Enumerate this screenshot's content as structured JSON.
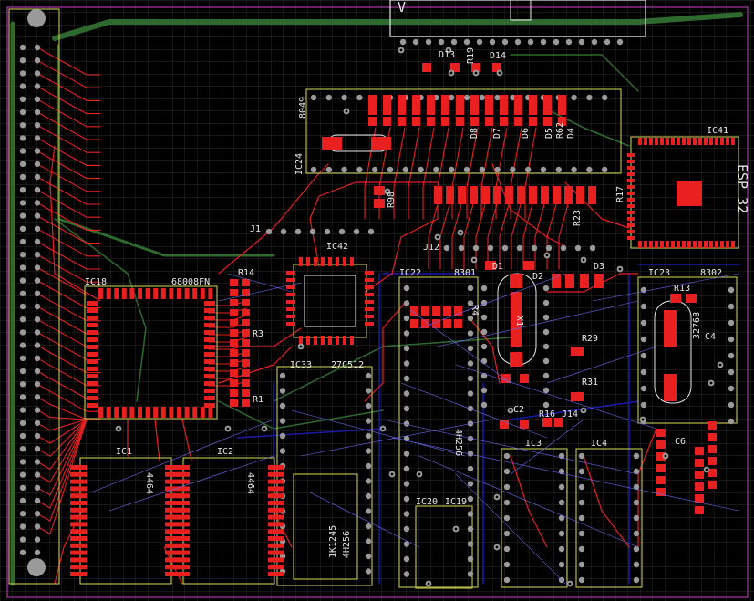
{
  "colors": {
    "background": "#000000",
    "grid": "#3a3a3a",
    "top_copper": "#e82020",
    "bottom_copper": "#1a1aa8",
    "inner_layer": "#2e6a2e",
    "silkscreen": "#e8e8e8",
    "outline": "#b8b84a",
    "board_edge": "#8a2a8a",
    "via": "#9a9a9a",
    "ratsnest": "#6a6af0"
  },
  "labels": {
    "ic41": "IC41",
    "esp32": "ESP 32",
    "ic24": "IC24",
    "n8049": "8049",
    "ic42": "IC42",
    "ic18": "IC18",
    "mc68008": "68008FN",
    "r14": "R14",
    "r3": "R3",
    "r1": "R1",
    "ic22": "IC22",
    "n8301": "8301",
    "ic23": "IC23",
    "n8302": "8302",
    "r13": "R13",
    "c4": "C4",
    "ic33": "IC33",
    "eprom": "27C512",
    "ic1": "IC1",
    "ic2": "IC2",
    "ic3": "IC3",
    "ic4": "IC4",
    "ic20": "IC20",
    "ic19": "IC19",
    "j1": "J1",
    "j12": "J12",
    "j14": "J14",
    "r16": "R16",
    "c2": "C2",
    "c6": "C6",
    "r29": "R29",
    "r31": "R31",
    "r98": "R98",
    "r17": "R17",
    "r23": "R23",
    "d1": "D1",
    "d2": "D2",
    "d3": "D3",
    "d13": "D13",
    "d14": "D14",
    "d4": "D4",
    "d5": "D5",
    "d6": "D6",
    "d7": "D7",
    "d8": "D8",
    "r62": "R62",
    "x1": "X1",
    "x2": "32768",
    "r4": "R4",
    "r19": "R19",
    "top_v": "V",
    "ram1": "4464",
    "ram2": "4464",
    "rom2": "4H256",
    "rom3": "4H256",
    "ls245": "1K1245"
  }
}
